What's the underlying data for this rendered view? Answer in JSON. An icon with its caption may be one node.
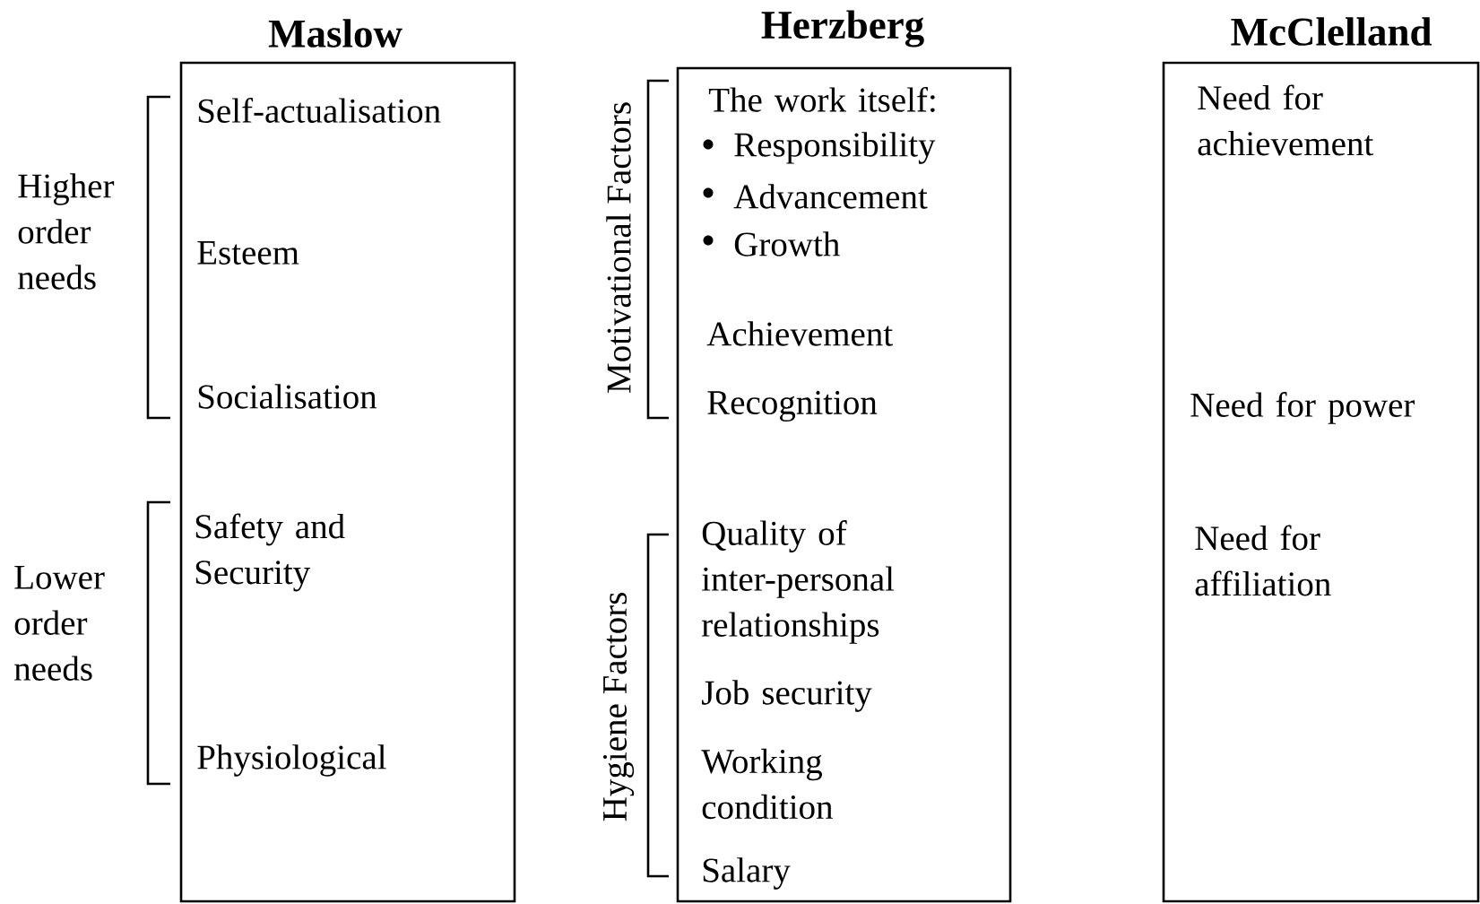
{
  "diagram": {
    "nodes": [
      {
        "text": [
          "Maslow",
          "Self-actualisation",
          "Esteem",
          "Socialisation",
          "Safety and Security",
          "Physiological"
        ]
      },
      {
        "text": [
          "Herzberg",
          "The work itself:",
          "Responsibility",
          "Advancement",
          "Growth",
          "Achievement",
          "Recognition",
          "Quality of inter-personal relationships",
          "Job security",
          "Working condition",
          "Salary"
        ]
      },
      {
        "text": [
          "McClelland",
          "Need for achievement",
          "Need for power",
          "Need for affiliation"
        ]
      }
    ],
    "labels": [
      "Higher order needs",
      "Lower order needs",
      "Motivational Factors",
      "Hygiene Factors"
    ]
  }
}
